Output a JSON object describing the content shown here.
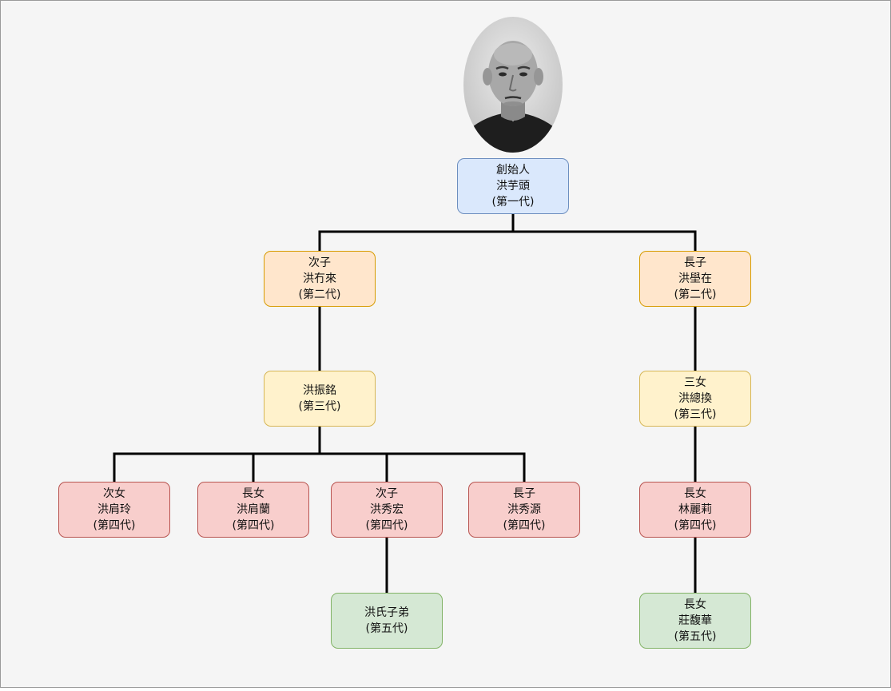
{
  "portrait": {
    "icon": "founder-portrait-photo",
    "bg": "#d9d9d9",
    "clothing": "#1e1e1e"
  },
  "nodes": {
    "founder": {
      "role": "創始人",
      "name": "洪芋頭",
      "gen": "(第一代)"
    },
    "g2_second": {
      "role": "次子",
      "name": "洪冇來",
      "gen": "(第二代)"
    },
    "g2_first": {
      "role": "長子",
      "name": "洪壆在",
      "gen": "(第二代)"
    },
    "g3_left": {
      "role": "",
      "name": "洪振銘",
      "gen": "(第三代)"
    },
    "g3_right": {
      "role": "三女",
      "name": "洪總換",
      "gen": "(第三代)"
    },
    "g4_a": {
      "role": "次女",
      "name": "洪肩玲",
      "gen": "(第四代)"
    },
    "g4_b": {
      "role": "長女",
      "name": "洪肩蘭",
      "gen": "(第四代)"
    },
    "g4_c": {
      "role": "次子",
      "name": "洪秀宏",
      "gen": "(第四代)"
    },
    "g4_d": {
      "role": "長子",
      "name": "洪秀源",
      "gen": "(第四代)"
    },
    "g4_e": {
      "role": "長女",
      "name": "林麗莉",
      "gen": "(第四代)"
    },
    "g5_left": {
      "role": "",
      "name": "洪氏子弟",
      "gen": "(第五代)"
    },
    "g5_right": {
      "role": "長女",
      "name": "莊馥華",
      "gen": "(第五代)"
    }
  },
  "colors": {
    "gen1_fill": "#dae8fc",
    "gen1_stroke": "#6c8ebf",
    "gen2_fill": "#ffe6cc",
    "gen2_stroke": "#d79b00",
    "gen3_fill": "#fff2cc",
    "gen3_stroke": "#d6b656",
    "gen4_fill": "#f8cecc",
    "gen4_stroke": "#b85450",
    "gen5_fill": "#d5e8d4",
    "gen5_stroke": "#82b366",
    "connector": "#000000"
  }
}
